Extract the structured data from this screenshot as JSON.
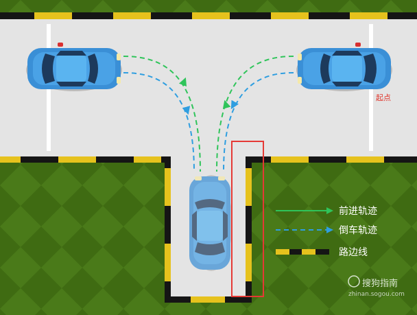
{
  "start_label": "起点",
  "legend": {
    "forward": {
      "label": "前进轨迹",
      "color": "#2fc45a"
    },
    "reverse": {
      "label": "倒车轨迹",
      "color": "#2f9ee0"
    },
    "curb": {
      "label": "路边线"
    }
  },
  "watermark": {
    "logo": "搜狗指南",
    "url": "zhinan.sogou.com"
  },
  "colors": {
    "grass": "#3f6b12",
    "road": "#e4e4e4",
    "curb_yellow": "#e6c21d",
    "curb_black": "#151515",
    "car_body": "#3a8fd6",
    "highlight_box": "#e53935"
  }
}
